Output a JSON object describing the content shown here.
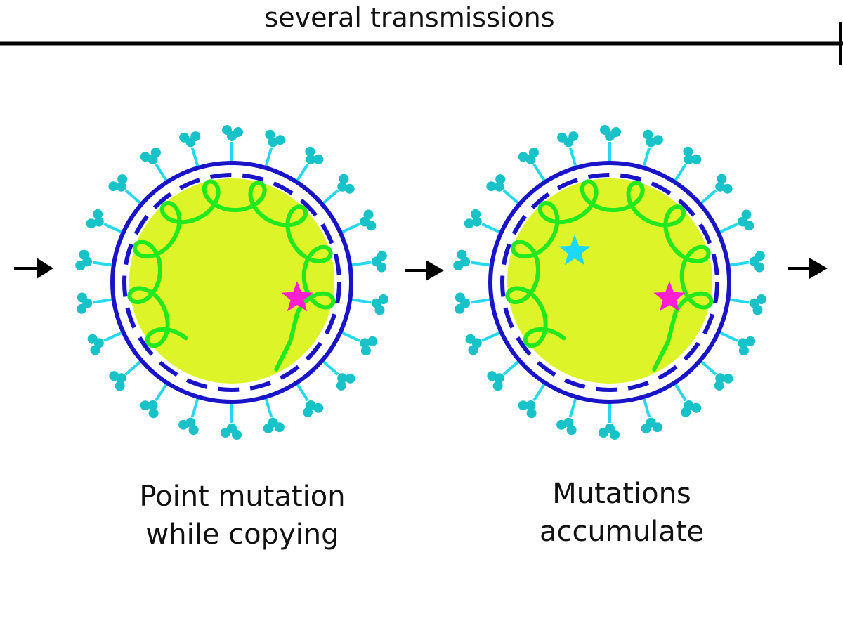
{
  "title": "several transmissions",
  "panels": [
    {
      "caption": "Point mutation\nwhile copying",
      "mutations": [
        {
          "color": "#ff1fd0",
          "label": "point-mutation"
        }
      ]
    },
    {
      "caption": "Mutations\naccumulate",
      "mutations": [
        {
          "color": "#1fd8ff",
          "label": "new-mutation"
        },
        {
          "color": "#ff1fd0",
          "label": "point-mutation"
        }
      ]
    }
  ],
  "colors": {
    "core": "#ddf528",
    "membrane": "#1a14c8",
    "rna": "#22e81f",
    "spike_stem": "#25d8ee",
    "spike_head": "#17c2c8",
    "arrow": "#000000",
    "line": "#000000"
  },
  "icons": [
    "right-arrow-icon",
    "virus-particle-icon",
    "star-icon"
  ]
}
